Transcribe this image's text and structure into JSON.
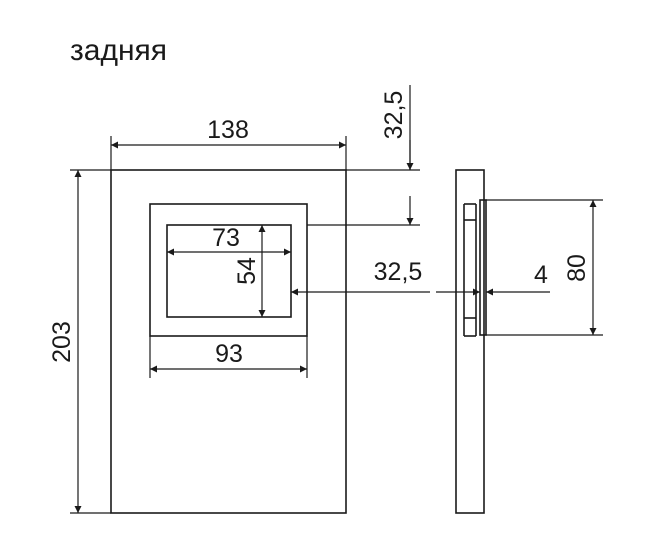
{
  "title": "задняя",
  "dimensions": {
    "width_outer": "138",
    "height_outer": "203",
    "offset_top": "32,5",
    "width_window": "73",
    "height_window": "54",
    "width_frame": "93",
    "offset_side": "32,5",
    "thickness": "4",
    "height_mount": "80"
  }
}
